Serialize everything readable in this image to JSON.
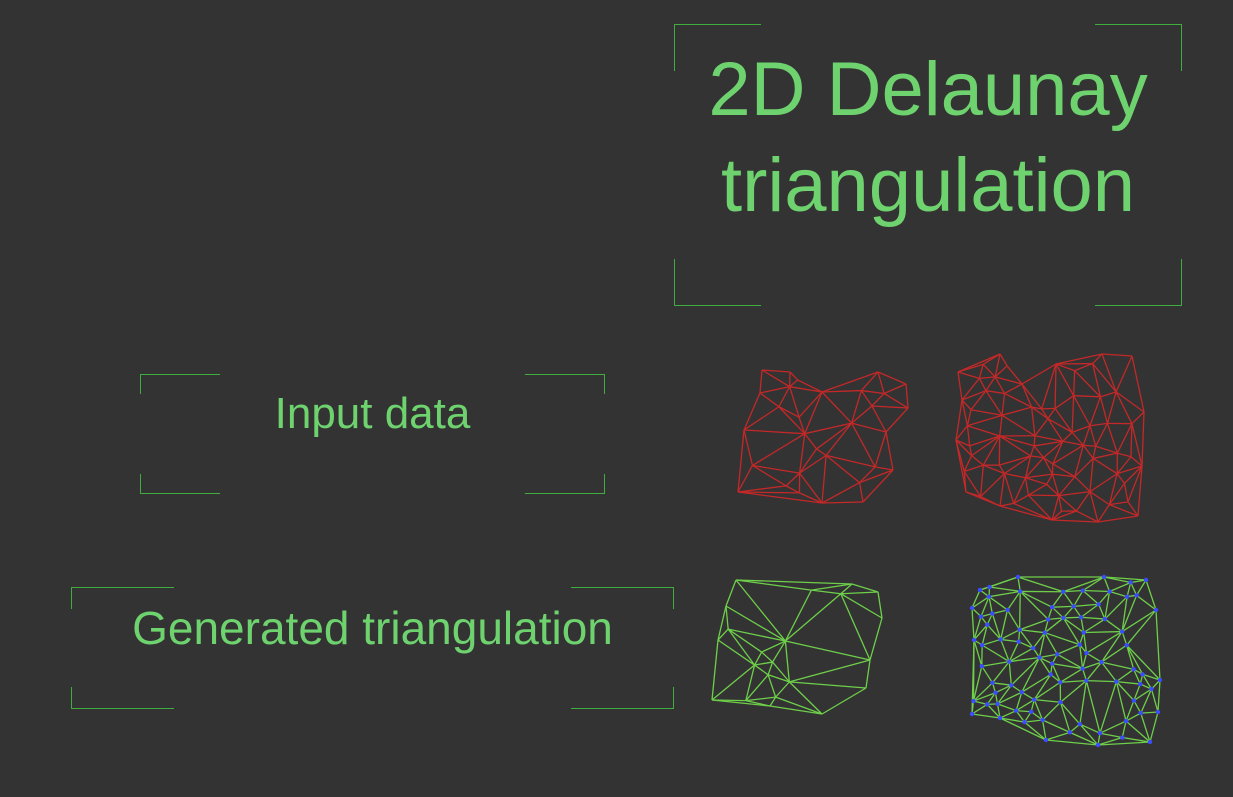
{
  "title": {
    "line1": "2D Delaunay",
    "line2": "triangulation"
  },
  "rows": {
    "input_label": "Input data",
    "generated_label": "Generated triangulation"
  },
  "colors": {
    "background": "#333333",
    "text": "#6ed36e",
    "frame": "#3fae3f",
    "input_mesh": "#c42828",
    "output_mesh": "#6ecf4a",
    "vertex": "#3c4cff"
  },
  "meshes": [
    {
      "name": "input-mesh-small",
      "kind": "input",
      "vertex_count": 30
    },
    {
      "name": "input-mesh-dense",
      "kind": "input",
      "vertex_count": 70
    },
    {
      "name": "output-mesh-small",
      "kind": "output",
      "vertex_count": 22
    },
    {
      "name": "output-mesh-dense",
      "kind": "output",
      "vertex_count": 80,
      "vertex_markers": true
    }
  ]
}
